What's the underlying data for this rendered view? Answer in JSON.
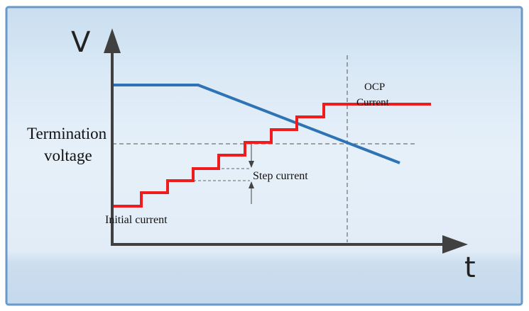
{
  "axes": {
    "y_label": "V",
    "x_label": "t"
  },
  "labels": {
    "termination_line1": "Termination",
    "termination_line2": "voltage",
    "ocp_line1": "OCP",
    "ocp_line2": "Current",
    "step_current": "Step current",
    "initial_current": "Initial current"
  },
  "colors": {
    "voltage_curve": "#2e74b5",
    "current_curve": "#ee1c1c",
    "axis": "#404040",
    "frame": "#6a98c8",
    "background": "#d7e6f4"
  }
}
